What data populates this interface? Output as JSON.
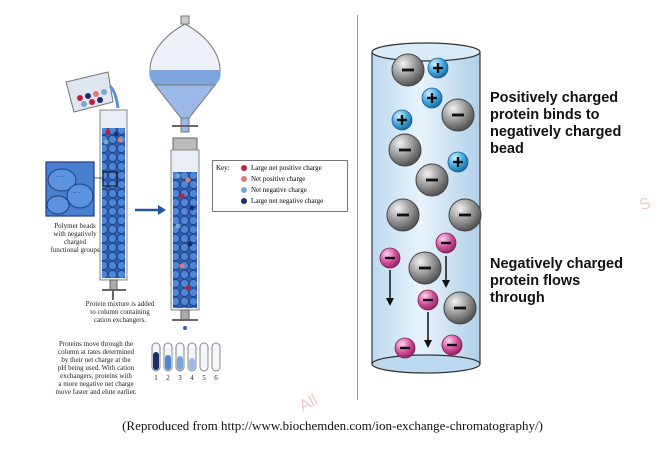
{
  "left_panel": {
    "key": {
      "title": "Key:",
      "items": [
        {
          "label": "Large net positive charge",
          "color": "#c0203a"
        },
        {
          "label": "Net positive charge",
          "color": "#e07a7a"
        },
        {
          "label": "Net negative charge",
          "color": "#7aa7d8"
        },
        {
          "label": "Large net negative charge",
          "color": "#1d2f6b"
        }
      ]
    },
    "beads_label": [
      "Polymer beads",
      "with negatively",
      "charged",
      "functional groups"
    ],
    "mixture_label": [
      "Protein mixture is added",
      "to column containing",
      "cation exchangers."
    ],
    "moving_label": [
      "Proteins move through the",
      "column at rates determined",
      "by their net charge at the",
      "pH being used. With cation",
      "exchangers, proteins with",
      "a more negative net charge",
      "move faster and elute earlier."
    ],
    "tubes": [
      "1",
      "2",
      "3",
      "4",
      "5",
      "6"
    ]
  },
  "right_panel": {
    "text_top": [
      "Positively charged",
      "protein binds to",
      "negatively charged",
      "bead"
    ],
    "text_bottom": [
      "Negatively charged",
      "protein flows",
      "through"
    ],
    "colors": {
      "positive_protein": "#3fa8e0",
      "negative_protein": "#d3509a",
      "bead": "#8a8a8a"
    }
  },
  "caption": "(Reproduced from http://www.biochemden.com/ion-exchange-chromatography/)"
}
